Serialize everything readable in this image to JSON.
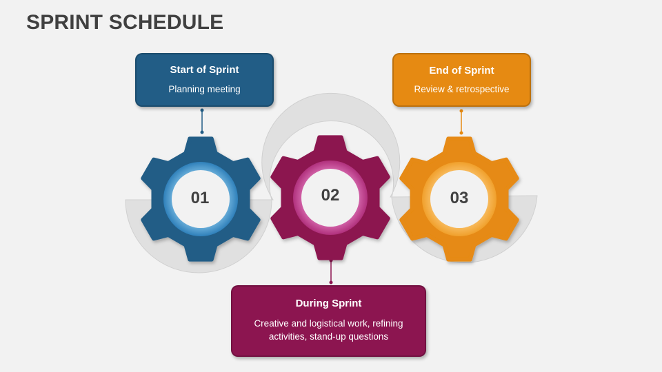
{
  "title": "SPRINT SCHEDULE",
  "colors": {
    "background": "#f2f2f2",
    "track": "#e0e0e0",
    "title": "#404040",
    "step1": "#225d86",
    "step2": "#8c1550",
    "step3": "#e68a12"
  },
  "steps": [
    {
      "number": "01",
      "heading": "Start of Sprint",
      "text": "Planning meeting"
    },
    {
      "number": "02",
      "heading": "During Sprint",
      "text": "Creative and logistical work, refining activities, stand-up questions"
    },
    {
      "number": "03",
      "heading": "End of Sprint",
      "text": "Review & retrospective"
    }
  ]
}
